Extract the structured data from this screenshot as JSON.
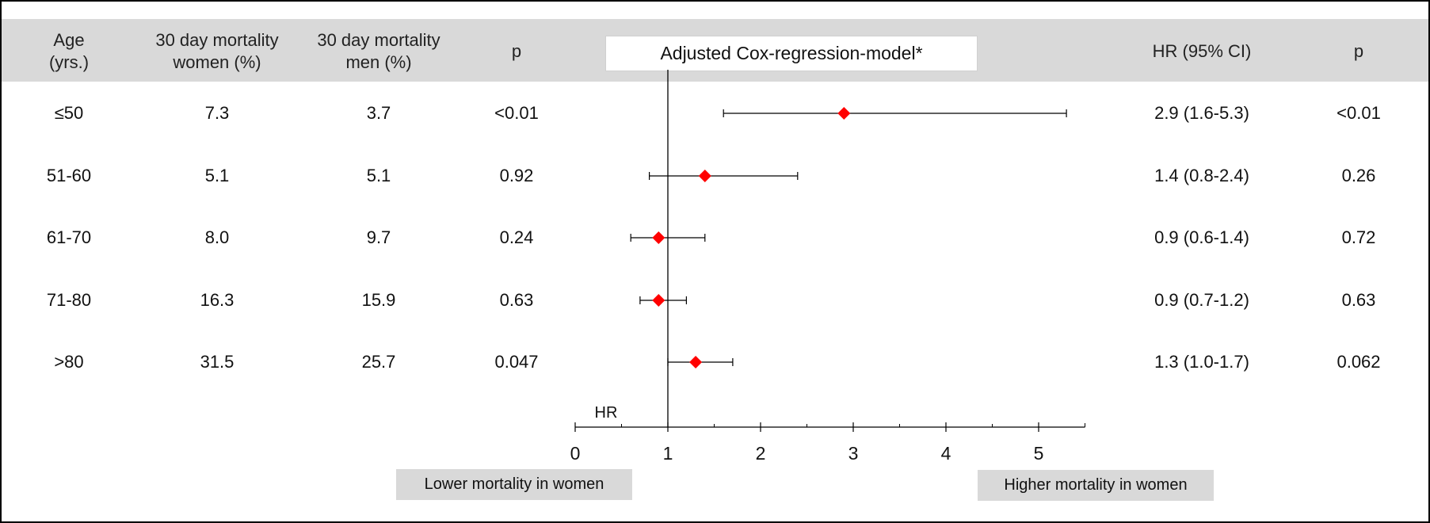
{
  "headers": {
    "age": [
      "Age",
      "(yrs.)"
    ],
    "women": [
      "30 day mortality",
      "women (%)"
    ],
    "men": [
      "30 day mortality",
      "men (%)"
    ],
    "p": "p",
    "model_title": "Adjusted Cox-regression-model*",
    "hr_ci": "HR (95% CI)",
    "p_adj": "p"
  },
  "rows": [
    {
      "age": "≤50",
      "women": "7.3",
      "men": "3.7",
      "p": "<0.01",
      "hr_ci": "2.9 (1.6-5.3)",
      "p_adj": "<0.01"
    },
    {
      "age": "51-60",
      "women": "5.1",
      "men": "5.1",
      "p": "0.92",
      "hr_ci": "1.4 (0.8-2.4)",
      "p_adj": "0.26"
    },
    {
      "age": "61-70",
      "women": "8.0",
      "men": "9.7",
      "p": "0.24",
      "hr_ci": "0.9 (0.6-1.4)",
      "p_adj": "0.72"
    },
    {
      "age": "71-80",
      "women": "16.3",
      "men": "15.9",
      "p": "0.63",
      "hr_ci": "0.9 (0.7-1.2)",
      "p_adj": "0.63"
    },
    {
      "age": ">80",
      "women": "31.5",
      "men": "25.7",
      "p": "0.047",
      "hr_ci": "1.3 (1.0-1.7)",
      "p_adj": "0.062"
    }
  ],
  "labels": {
    "lower": "Lower mortality in women",
    "higher": "Higher mortality in women"
  },
  "chart_data": {
    "type": "forest",
    "xlabel": "HR",
    "xlim": [
      0,
      5.5
    ],
    "reference_line": 1,
    "ticks_major": [
      0,
      1,
      2,
      3,
      4,
      5
    ],
    "ticks_minor": [
      0.5,
      1.5,
      2.5,
      3.5,
      4.5
    ],
    "categories": [
      "≤50",
      "51-60",
      "61-70",
      "71-80",
      ">80"
    ],
    "hr": [
      2.9,
      1.4,
      0.9,
      0.9,
      1.3
    ],
    "ci_lower": [
      1.6,
      0.8,
      0.6,
      0.7,
      1.0
    ],
    "ci_upper": [
      5.3,
      2.4,
      1.4,
      1.2,
      1.7
    ],
    "marker": "diamond",
    "marker_color": "#ff0000",
    "line_color": "#000000"
  }
}
